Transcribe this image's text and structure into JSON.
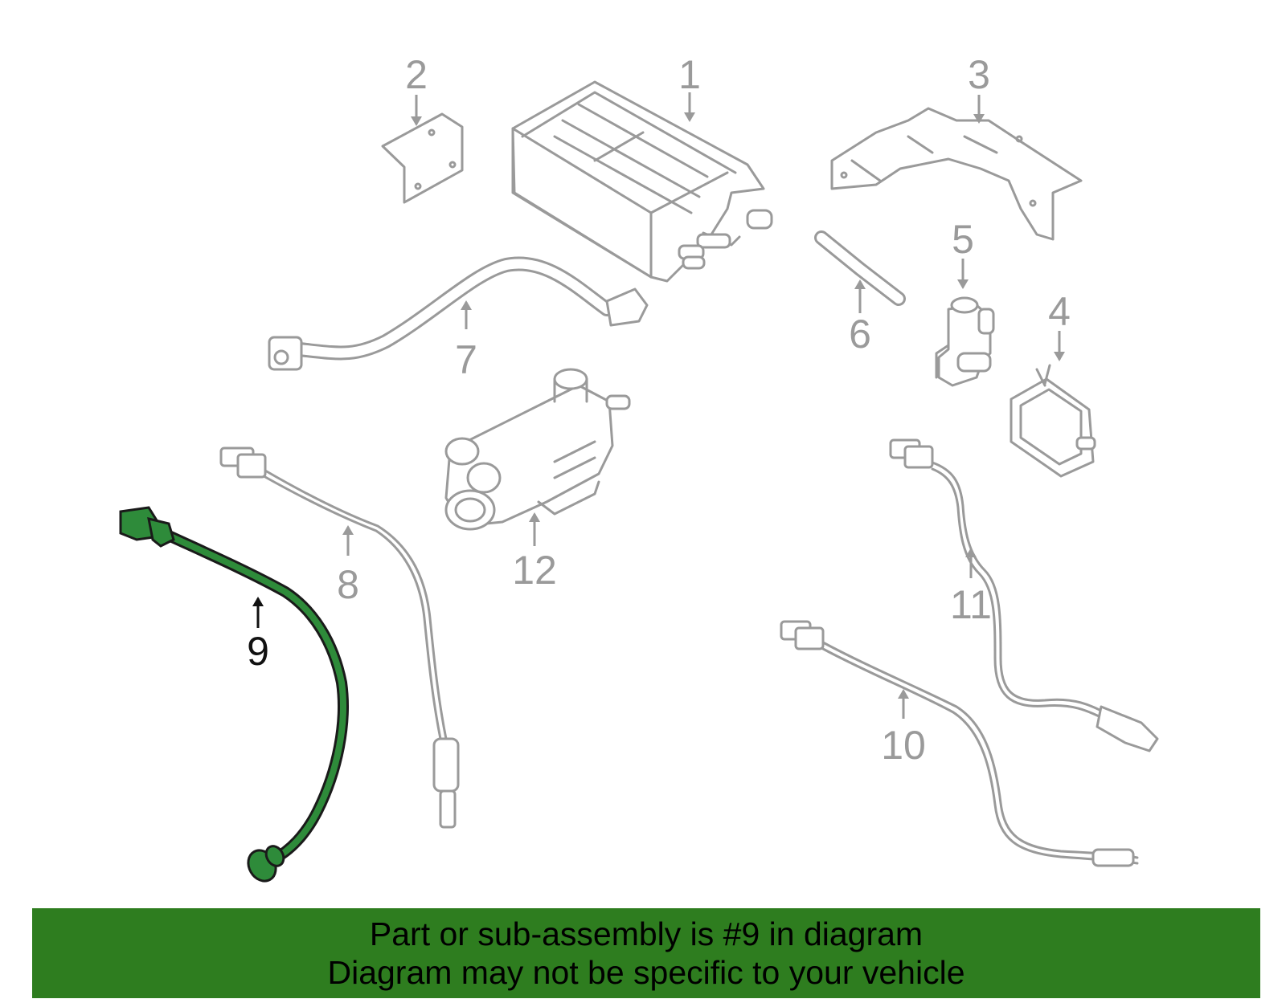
{
  "callouts": [
    {
      "id": "1",
      "label": "1"
    },
    {
      "id": "2",
      "label": "2"
    },
    {
      "id": "3",
      "label": "3"
    },
    {
      "id": "4",
      "label": "4"
    },
    {
      "id": "5",
      "label": "5"
    },
    {
      "id": "6",
      "label": "6"
    },
    {
      "id": "7",
      "label": "7"
    },
    {
      "id": "8",
      "label": "8"
    },
    {
      "id": "9",
      "label": "9"
    },
    {
      "id": "10",
      "label": "10"
    },
    {
      "id": "11",
      "label": "11"
    },
    {
      "id": "12",
      "label": "12"
    }
  ],
  "highlight_color": "#2e8b3a",
  "footer": {
    "line1": "Part or sub-assembly is #9 in diagram",
    "line2": "Diagram may not be specific to your vehicle",
    "background": "#2e7d1f"
  }
}
